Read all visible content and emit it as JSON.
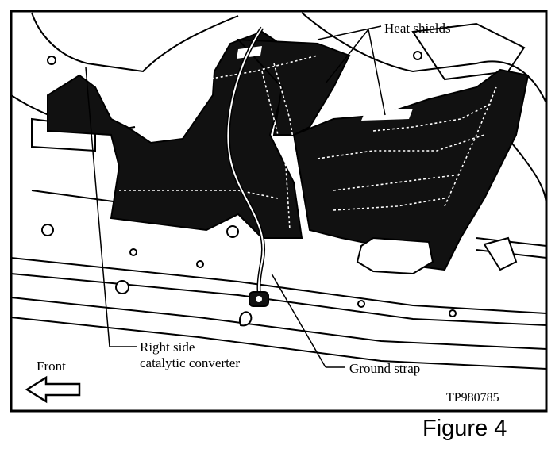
{
  "labels": {
    "heat_shields": "Heat shields",
    "converter_line1": "Right side",
    "converter_line2": "catalytic converter",
    "ground_strap": "Ground strap",
    "front": "Front",
    "ref_code": "TP980785"
  },
  "caption": "Figure 4"
}
